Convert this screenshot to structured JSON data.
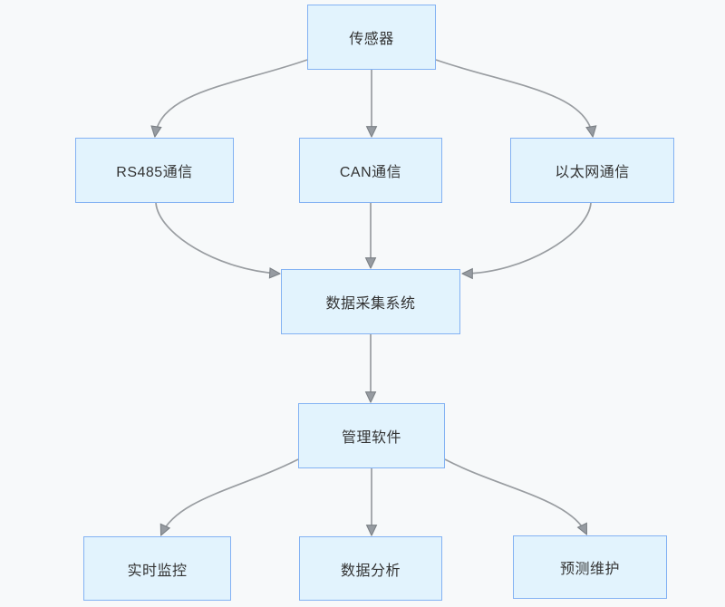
{
  "diagram": {
    "type": "flowchart",
    "direction": "top-down",
    "nodes": {
      "sensor": {
        "label": "传感器"
      },
      "rs485": {
        "label": "RS485通信"
      },
      "can": {
        "label": "CAN通信"
      },
      "ethernet": {
        "label": "以太网通信"
      },
      "daq": {
        "label": "数据采集系统"
      },
      "software": {
        "label": "管理软件"
      },
      "monitor": {
        "label": "实时监控"
      },
      "analysis": {
        "label": "数据分析"
      },
      "maintenance": {
        "label": "预测维护"
      }
    },
    "edges": [
      {
        "from": "sensor",
        "to": "rs485"
      },
      {
        "from": "sensor",
        "to": "can"
      },
      {
        "from": "sensor",
        "to": "ethernet"
      },
      {
        "from": "rs485",
        "to": "daq"
      },
      {
        "from": "can",
        "to": "daq"
      },
      {
        "from": "ethernet",
        "to": "daq"
      },
      {
        "from": "daq",
        "to": "software"
      },
      {
        "from": "software",
        "to": "monitor"
      },
      {
        "from": "software",
        "to": "analysis"
      },
      {
        "from": "software",
        "to": "maintenance"
      }
    ],
    "colors": {
      "background": "#f7f9fa",
      "node_fill": "#e2f3fd",
      "node_border": "#83b2f3",
      "node_text": "#333333",
      "edge_line": "#999da1",
      "arrowhead": "#969ba1"
    }
  }
}
